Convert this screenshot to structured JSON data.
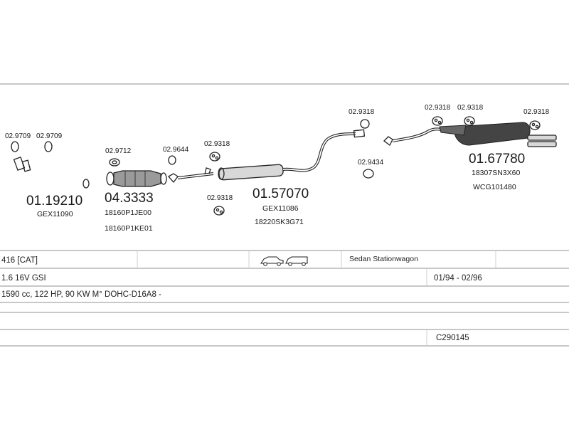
{
  "parts": {
    "clip_a": "02.9709",
    "clip_b": "02.9709",
    "pipe_front_number": "01.19210",
    "pipe_front_ref": "GEX11090",
    "clip_c": "02.9712",
    "cat_number": "04.3333",
    "cat_ref1": "18160P1JE00",
    "cat_ref2": "18160P1KE01",
    "clip_d": "02.9644",
    "clip_e": "02.9318",
    "clip_f": "02.9318",
    "mid_number": "01.57070",
    "mid_ref1": "GEX11086",
    "mid_ref2": "18220SK3G71",
    "clip_g": "02.9318",
    "clip_h": "02.9434",
    "clip_i": "02.9318",
    "clip_j": "02.9318",
    "clip_k": "02.9318",
    "rear_number": "01.67780",
    "rear_ref1": "18307SN3X60",
    "rear_ref2": "WCG101480"
  },
  "table": {
    "model": "416  [CAT]",
    "body_types": "Sedan  Stationwagon",
    "engine": "1.6 16V GSI",
    "years": "01/94 - 02/96",
    "spec": "1590 cc, 122 HP, 90 KW M° DOHC-D16A8 -",
    "code": "C290145"
  }
}
